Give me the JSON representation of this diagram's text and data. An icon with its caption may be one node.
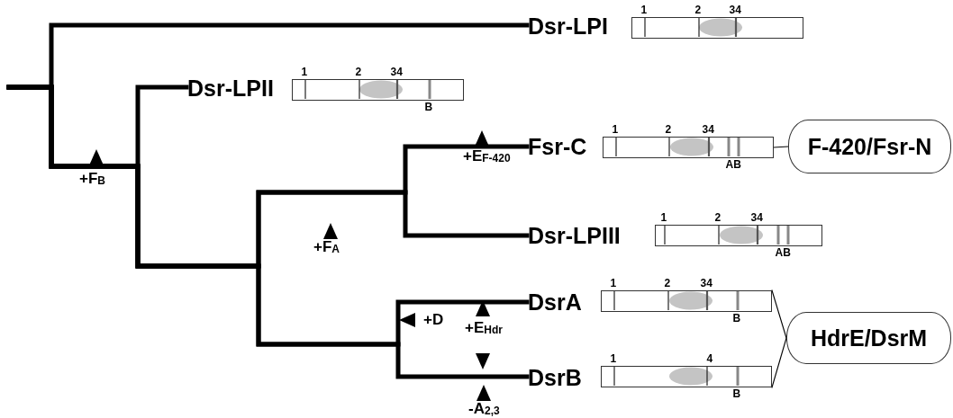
{
  "diagram": {
    "nodes": [
      {
        "text": [
          "Dsr-LPI"
        ]
      },
      {
        "text": [],
        "shape": "bar",
        "beside": [
          "1",
          "2",
          "34"
        ]
      },
      {
        "text": [
          "Dsr-LPII"
        ]
      },
      {
        "text": [],
        "shape": "bar",
        "beside": [
          "1",
          "2",
          "34",
          "B"
        ]
      },
      {
        "text": [
          "Fsr-C"
        ]
      },
      {
        "text": [],
        "shape": "bar",
        "beside": [
          "1",
          "2",
          "34",
          "AB"
        ]
      },
      {
        "text": [
          "F-420/Fsr-N"
        ]
      },
      {
        "text": [
          "Dsr-LPIII"
        ]
      },
      {
        "text": [],
        "shape": "bar",
        "beside": [
          "1",
          "2",
          "34",
          "AB"
        ]
      },
      {
        "text": [
          "DsrA"
        ]
      },
      {
        "text": [],
        "shape": "bar",
        "beside": [
          "1",
          "2",
          "34",
          "B"
        ]
      },
      {
        "text": [
          "HdrE/DsrM"
        ]
      },
      {
        "text": [
          "DsrB"
        ]
      },
      {
        "text": [],
        "shape": "bar",
        "beside": [
          "1",
          "4",
          "B"
        ]
      }
    ],
    "edges": [
      {
        "from": null,
        "to": 0,
        "arrow": "none"
      },
      {
        "from": null,
        "to": 2,
        "arrow": "none"
      },
      {
        "from": null,
        "to": 4,
        "arrow": "none"
      },
      {
        "from": null,
        "to": 7,
        "arrow": "none"
      },
      {
        "from": null,
        "to": 9,
        "arrow": "none"
      },
      {
        "from": null,
        "to": 12,
        "arrow": "none"
      },
      {
        "from": 5,
        "to": 6,
        "arrow": "none"
      },
      {
        "from": 10,
        "to": 11,
        "arrow": "none"
      },
      {
        "from": 13,
        "to": 11,
        "arrow": "none"
      }
    ],
    "labels": [
      "+F$_{B}$",
      "+E$_{F-420}$",
      "+F$_{A}$",
      "+D",
      "+E$_{Hdr}$",
      "-A$_{2,3}$"
    ]
  }
}
